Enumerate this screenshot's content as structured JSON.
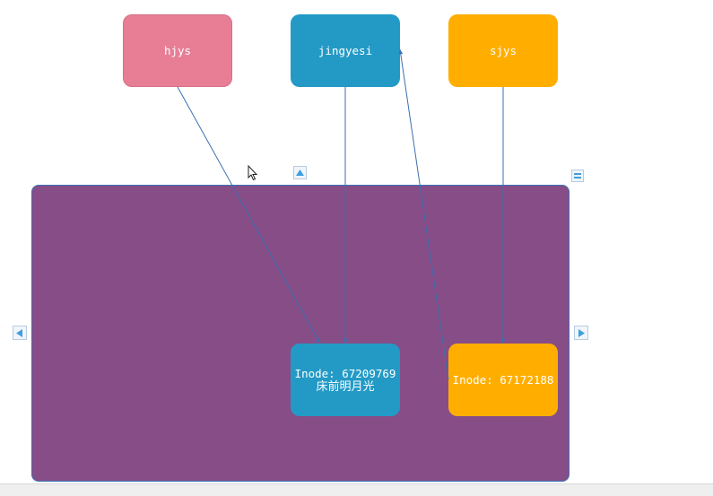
{
  "colors": {
    "pink": "#e77e95",
    "blue": "#239ac6",
    "orange": "#ffae00",
    "container": "#864d87",
    "link": "#3a6fb0",
    "control_arrow": "#3f9fdc"
  },
  "nodes": {
    "hjys": {
      "label": "hjys"
    },
    "jingyesi": {
      "label": "jingyesi"
    },
    "sjys": {
      "label": "sjys"
    },
    "inode_a": {
      "line1": "Inode: 67209769",
      "line2": "床前明月光"
    },
    "inode_b": {
      "label": "Inode: 67172188"
    }
  },
  "controls": {
    "up": "arrow-up-icon",
    "menu": "menu-icon",
    "left": "arrow-left-icon",
    "right": "arrow-right-icon"
  }
}
